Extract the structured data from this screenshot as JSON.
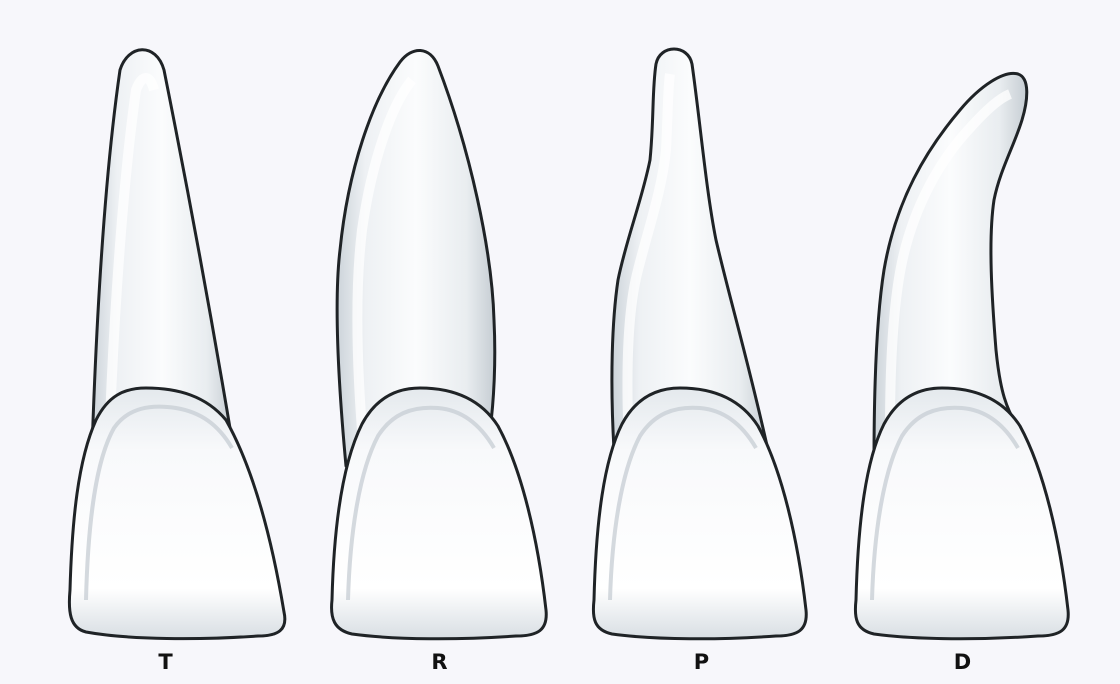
{
  "labels": {
    "t": "T",
    "r": "R",
    "p": "P",
    "d": "D"
  }
}
